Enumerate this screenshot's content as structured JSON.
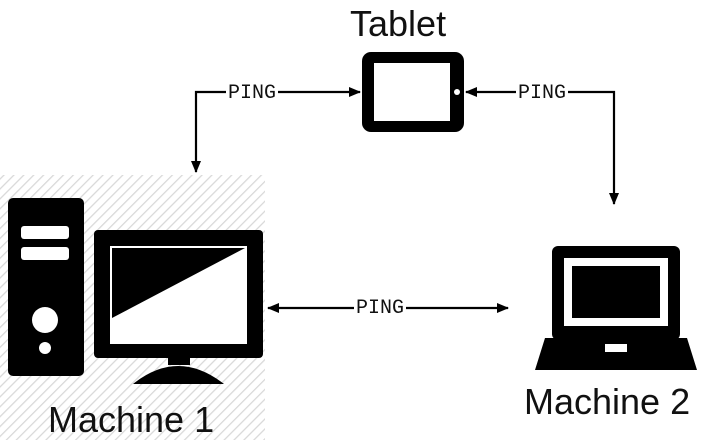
{
  "nodes": {
    "tablet": {
      "label": "Tablet",
      "icon": "tablet-icon"
    },
    "machine1": {
      "label": "Machine 1",
      "icon": "desktop-computer-icon"
    },
    "machine2": {
      "label": "Machine 2",
      "icon": "laptop-icon"
    }
  },
  "edges": {
    "tablet_machine1": {
      "label": "PING"
    },
    "tablet_machine2": {
      "label": "PING"
    },
    "machine1_machine2": {
      "label": "PING"
    }
  },
  "colors": {
    "ink": "#000000",
    "hatch": "#d8d8d8",
    "background": "#ffffff"
  }
}
